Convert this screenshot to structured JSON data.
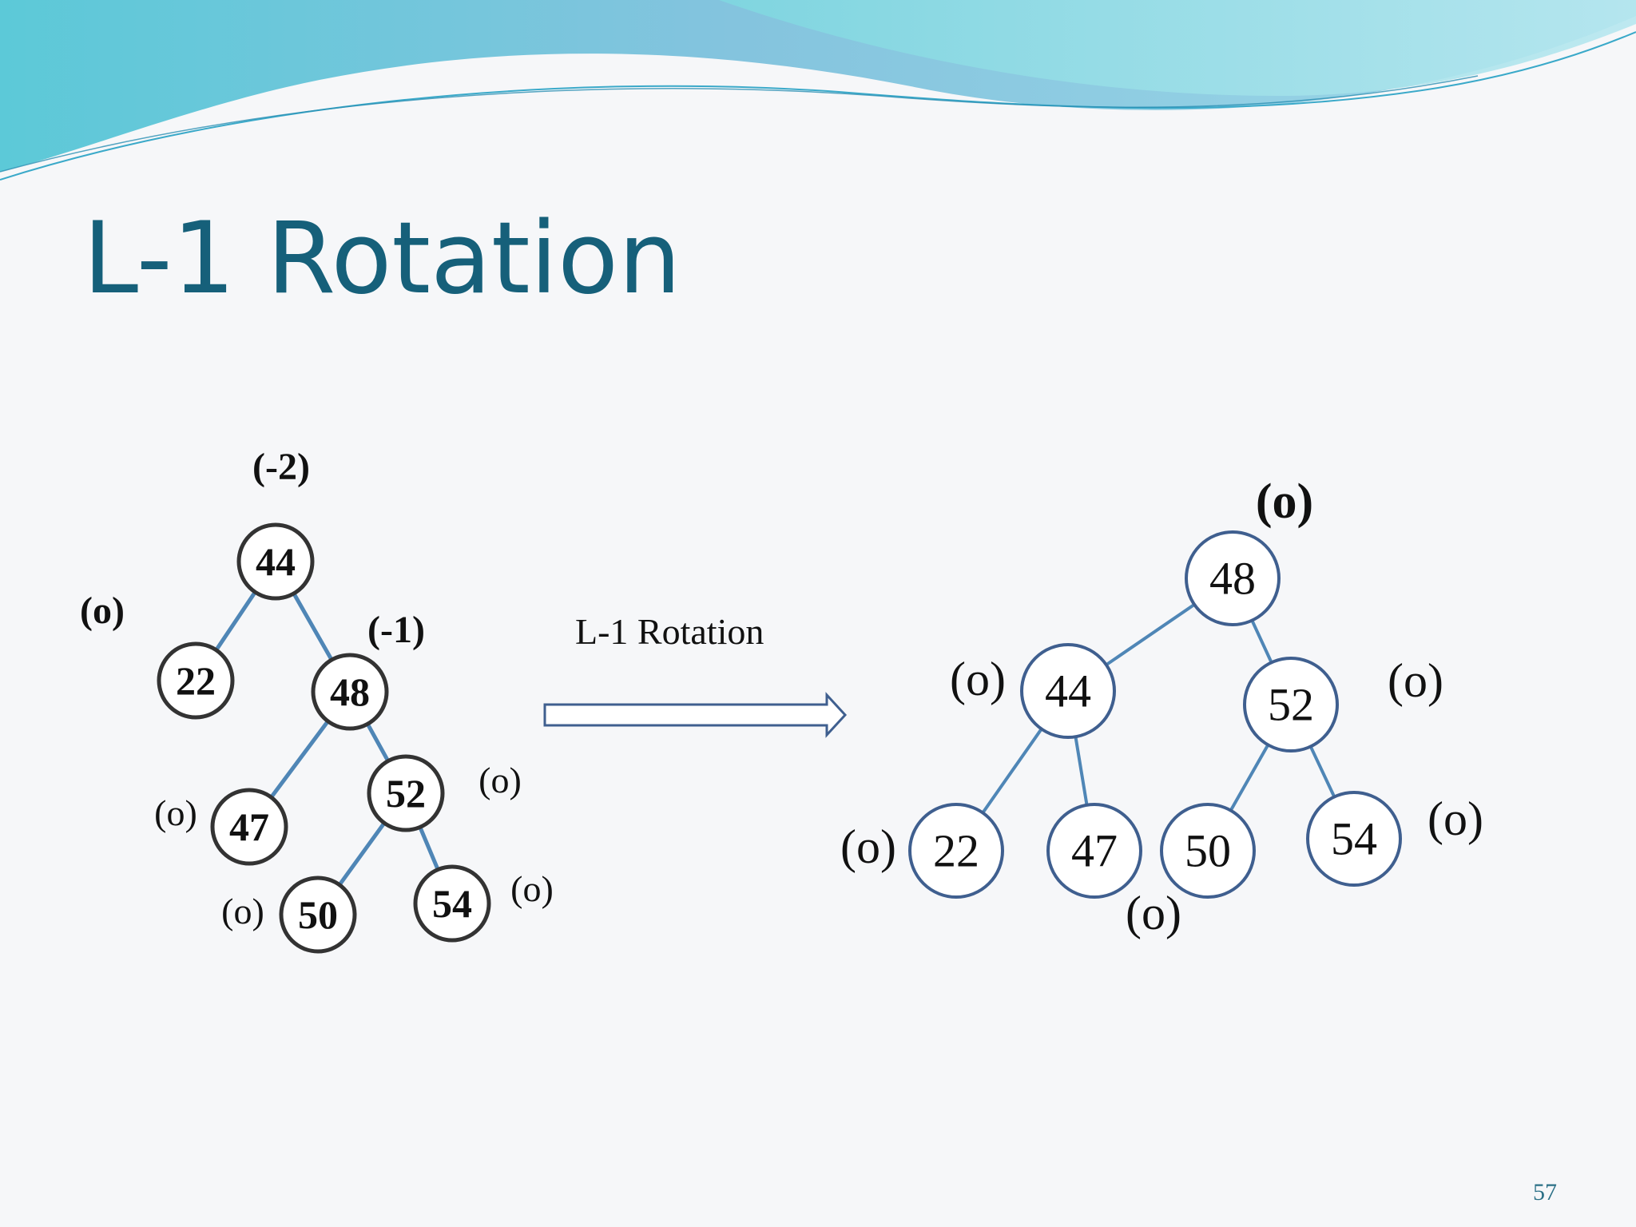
{
  "slide": {
    "title": "L-1 Rotation",
    "page_number": "57"
  },
  "arrow_label": "L-1 Rotation",
  "before_tree": {
    "nodes": [
      {
        "id": "44",
        "balance": "(-2)"
      },
      {
        "id": "22",
        "balance": "(o)"
      },
      {
        "id": "48",
        "balance": "(-1)"
      },
      {
        "id": "47",
        "balance": "(o)"
      },
      {
        "id": "52",
        "balance": "(o)"
      },
      {
        "id": "50",
        "balance": "(o)"
      },
      {
        "id": "54",
        "balance": "(o)"
      }
    ],
    "edges": [
      [
        "44",
        "22"
      ],
      [
        "44",
        "48"
      ],
      [
        "48",
        "47"
      ],
      [
        "48",
        "52"
      ],
      [
        "52",
        "50"
      ],
      [
        "52",
        "54"
      ]
    ]
  },
  "after_tree": {
    "nodes": [
      {
        "id": "48",
        "balance": "(o)"
      },
      {
        "id": "44",
        "balance": "(o)"
      },
      {
        "id": "52",
        "balance": "(o)"
      },
      {
        "id": "22",
        "balance": "(o)"
      },
      {
        "id": "47",
        "balance": "(o)"
      },
      {
        "id": "50",
        "balance": "(o)"
      },
      {
        "id": "54",
        "balance": "(o)"
      }
    ],
    "edges": [
      [
        "48",
        "44"
      ],
      [
        "48",
        "52"
      ],
      [
        "44",
        "22"
      ],
      [
        "44",
        "47"
      ],
      [
        "52",
        "50"
      ],
      [
        "52",
        "54"
      ]
    ]
  },
  "colors": {
    "title": "#16607a",
    "tree_stroke": "#3f5f8f",
    "edge_light": "#4f86b6",
    "text": "#111111"
  }
}
